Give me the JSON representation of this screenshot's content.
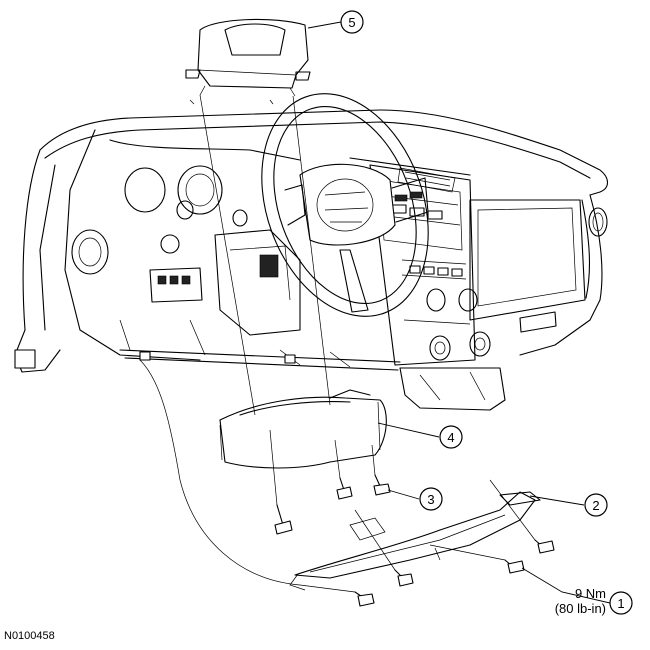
{
  "callouts": [
    {
      "id": "5",
      "label": "5"
    },
    {
      "id": "4",
      "label": "4"
    },
    {
      "id": "3",
      "label": "3"
    },
    {
      "id": "2",
      "label": "2"
    },
    {
      "id": "1",
      "label": "1"
    }
  ],
  "torque_spec": {
    "metric": "9 Nm",
    "imperial": "(80 lb-in)"
  },
  "reference_code": "N0100458"
}
